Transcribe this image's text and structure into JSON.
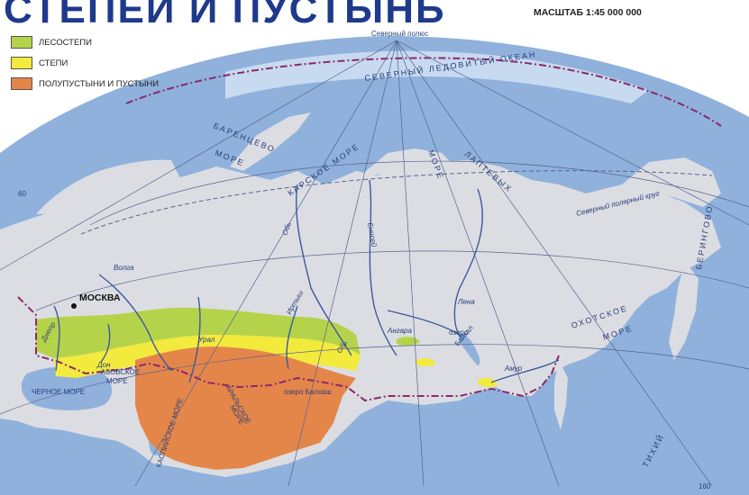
{
  "header": {
    "title": "СТЕПЕЙ И ПУСТЫНЬ",
    "scale": "МАСШТАБ 1:45 000 000"
  },
  "legend": [
    {
      "label": "ЛЕСОСТЕПИ",
      "color": "#b5d34a"
    },
    {
      "label": "СТЕПИ",
      "color": "#f2ea3c"
    },
    {
      "label": "ПОЛУПУСТЫНИ И ПУСТЫНИ",
      "color": "#e4864a"
    }
  ],
  "map": {
    "colors": {
      "ocean": "#8fb1dc",
      "land": "#dcdde2",
      "ice": "#ffffff",
      "border": "#8a2a6a",
      "river": "#3d5a9c",
      "grid": "#55658f"
    },
    "north_pole": "Северный полюс",
    "arctic_ocean": "СЕВЕРНЫЙ ЛЕДОВИТЫЙ ОКЕАН",
    "barents_sea": "БАРЕНЦЕВО",
    "sea_word": "МОРЕ",
    "kara_sea": "КАРСКОЕ МОРЕ",
    "laptev_sea": "ЛАПТЕВЫХ",
    "arctic_circle": "Северный полярный круг",
    "bering_sea": "БЕРИНГОВО",
    "okhotsk_sea": "ОХОТСКОЕ",
    "pacific_ocean": "ТИХИЙ",
    "moscow": "МОСКВА",
    "black_sea": "ЧЕРНОЕ МОРЕ",
    "azov_sea": "АЗОВСКОЕ",
    "caspian_sea": "КАСПИЙСКОЕ МОРЕ",
    "aral_sea": "АРАЛЬСКОЕ",
    "lake_balkhash": "озеро Балхаш",
    "lake_baikal_1": "озеро",
    "lake_baikal_2": "Байкал",
    "rivers": {
      "volga": "Волга",
      "don": "Дон",
      "dnepr": "Днепр",
      "ural": "Урал",
      "ob": "Обь",
      "irtysh": "Иртыш",
      "yenisei": "Енисей",
      "angara": "Ангара",
      "lena": "Лена",
      "amur": "Амур"
    },
    "meridians": {
      "m60": "60",
      "m160": "160"
    }
  }
}
